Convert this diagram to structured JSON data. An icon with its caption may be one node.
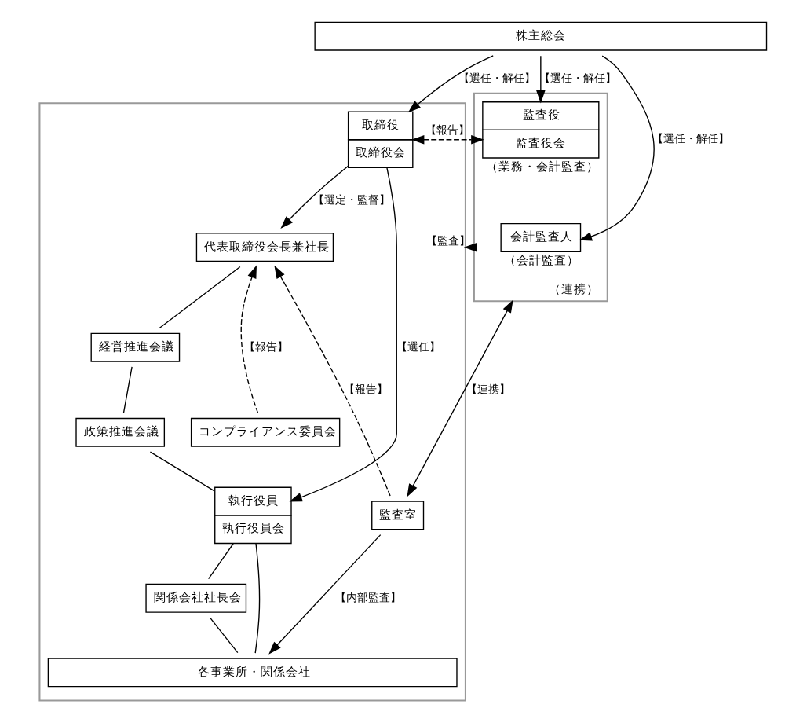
{
  "diagram": {
    "nodes": [
      {
        "text": [
          "株主総会"
        ]
      },
      {
        "text": [],
        "shape": "box"
      },
      {
        "text": [
          "取締役",
          "取締役会"
        ],
        "in": 1
      },
      {
        "text": [
          "代表取締役会長兼社長"
        ],
        "in": 1
      },
      {
        "text": [
          "経営推進会議"
        ],
        "in": 1
      },
      {
        "text": [
          "政策推進会議"
        ],
        "in": 1
      },
      {
        "text": [
          "コンプライアンス委員会"
        ],
        "in": 1
      },
      {
        "text": [
          "監査室"
        ],
        "in": 1
      },
      {
        "text": [
          "執行役員",
          "執行役員会"
        ],
        "in": 1
      },
      {
        "text": [
          "関係会社社長会"
        ],
        "in": 1
      },
      {
        "text": [
          "各事業所・関係会社"
        ],
        "in": 1
      },
      {
        "text": [
          "（連携）"
        ]
      },
      {
        "text": [
          "監査役",
          "監査役会"
        ],
        "in": 11,
        "beside": [
          "（業務・会計監査）"
        ]
      },
      {
        "text": [
          "会計監査人"
        ],
        "in": 11,
        "beside": [
          "（会計監査）"
        ]
      }
    ],
    "edges": [
      {
        "from": 0,
        "to": 2,
        "arrow": "to",
        "label": "【選任・解任】"
      },
      {
        "from": 0,
        "to": 12,
        "arrow": "to",
        "label": "【選任・解任】"
      },
      {
        "from": 0,
        "to": 13,
        "arrow": "to",
        "label": "【選任・解任】"
      },
      {
        "from": 2,
        "to": 12,
        "arrow": "both",
        "style": "dashed",
        "label": "【報告】"
      },
      {
        "from": 2,
        "to": 8,
        "arrow": "to",
        "label": "【選任】"
      },
      {
        "from": 2,
        "to": 3,
        "arrow": "to",
        "label": "【選定・監督】"
      },
      {
        "from": 11,
        "to": 1,
        "arrow": "to",
        "label": "【監査】"
      },
      {
        "from": 3,
        "to": 4,
        "arrow": "none"
      },
      {
        "from": 4,
        "to": 5,
        "arrow": "none"
      },
      {
        "from": 5,
        "to": 8,
        "arrow": "none"
      },
      {
        "from": 6,
        "to": 3,
        "arrow": "to",
        "style": "dashed",
        "label": "【報告】"
      },
      {
        "from": 7,
        "to": 3,
        "arrow": "to",
        "style": "dashed",
        "label": "【報告】"
      },
      {
        "from": 7,
        "to": 11,
        "arrow": "both",
        "label": "【連携】"
      },
      {
        "from": 7,
        "to": 10,
        "arrow": "to",
        "label": "【内部監査】"
      },
      {
        "from": 8,
        "to": 9,
        "arrow": "none"
      },
      {
        "from": 8,
        "to": 10,
        "arrow": "none"
      },
      {
        "from": 9,
        "to": 10,
        "arrow": "none"
      }
    ]
  }
}
